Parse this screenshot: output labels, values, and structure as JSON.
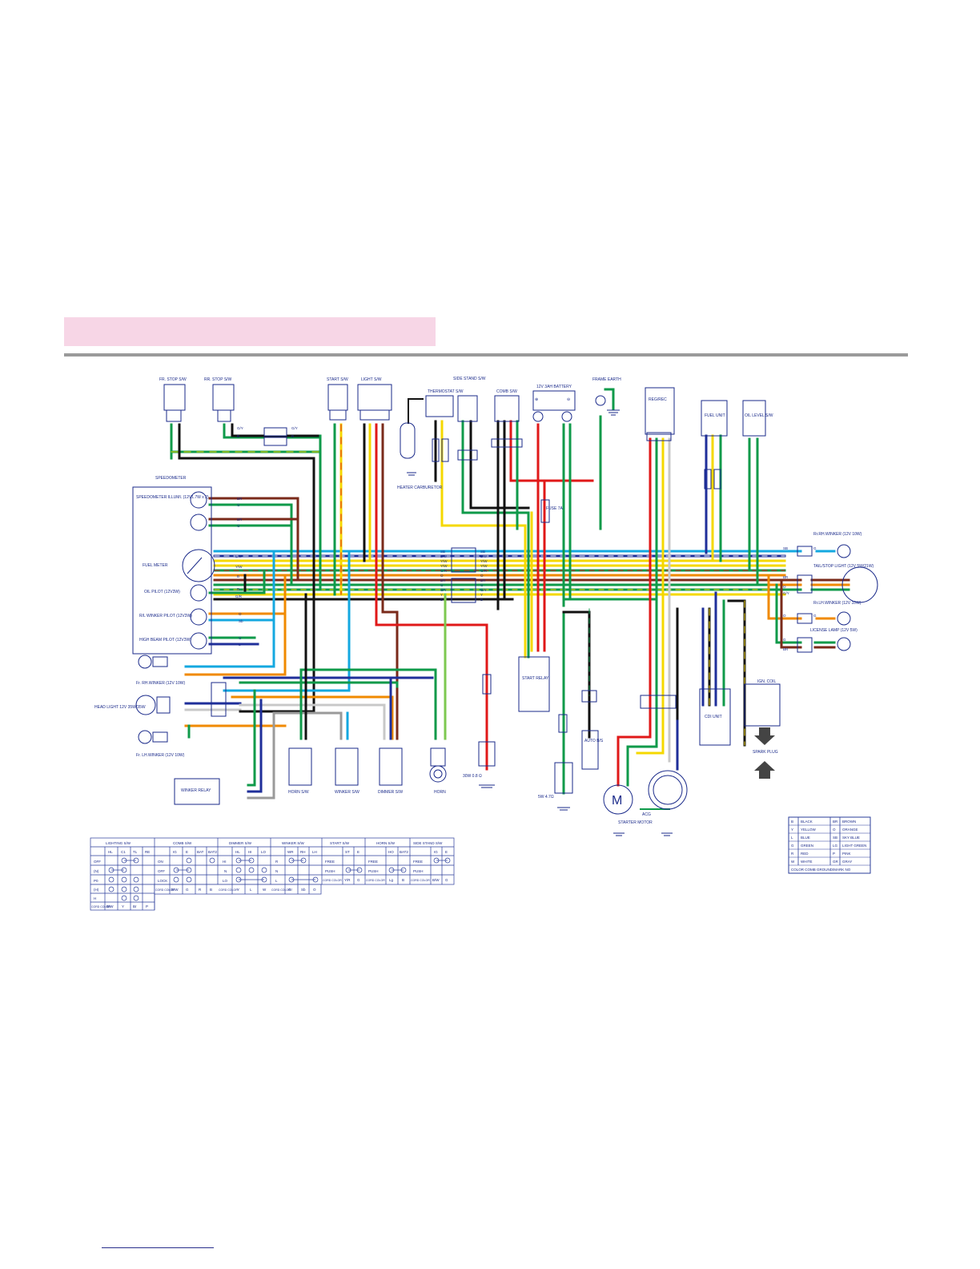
{
  "colors": {
    "black": "#111111",
    "yellow": "#f5d800",
    "blue": "#1f2f9a",
    "green": "#0f9a4a",
    "red": "#e01818",
    "white": "#c8c8c8",
    "brown": "#7a2a1a",
    "orange": "#f08a00",
    "skyblue": "#14a8e0",
    "lightgreen": "#7ec850",
    "pink": "#f0a0c0",
    "gray": "#9a9a9a",
    "ink": "#1a2a8a",
    "band": "#f7d6e6"
  },
  "components": {
    "fr_stop_sw": "FR. STOP S/W",
    "rr_stop_sw": "RR. STOP S/W",
    "start_sw": "START S/W",
    "light_sw": "LIGHT S/W",
    "side_stand_sw": "SIDE STAND S/W",
    "thermostat_sw": "THERMOSTAT S/W",
    "comb_sw": "COMB S/W",
    "battery": "12V 3AH BATTERY",
    "frame_earth": "FRAME EARTH",
    "reg_rec": "REG/REC",
    "fuel_unit": "FUEL UNIT",
    "oil_level_sw": "OIL LEVEL S/W",
    "heater_carburetor": "HEATER CARBURETOR",
    "speedometer": "SPEEDOMETER",
    "speedometer_illum": "SPEEDOMETER ILLUMI. (12V1.7W x 2)",
    "fuel_meter": "FUEL METER",
    "oil_pilot": "OIL PILOT (12V3W)",
    "rl_winker_pilot": "R/L WINKER PILOT (12V3W)",
    "high_beam_pilot": "HIGH BEAM PILOT (12V3W)",
    "fr_rh_winker": "Fr. RH.WINKER (12V 10W)",
    "fr_lh_winker": "Fr. LH.WINKER (12V 10W)",
    "head_light": "HEAD LIGHT 12V 35W/35W",
    "winker_relay": "WINKER RELAY",
    "horn_sw": "HORN S/W",
    "winker_sw": "WINKER S/W",
    "dimmer_sw": "DIMMER S/W",
    "horn": "HORN",
    "resistor": "30W 0.8 Ω",
    "start_relay": "START RELAY",
    "fuse": "FUSE 7A",
    "auto_bs": "AUTO B/S",
    "resistor2": "5W 4.7Ω",
    "starter_motor": "STARTER MOTOR",
    "acg": "ACG",
    "cdi_unit": "CDI UNIT",
    "ign_coil": "IGN. COIL",
    "spark_plug": "SPARK PLUG",
    "rr_rh_winker": "Rr.RH.WINKER (12V 10W)",
    "tail_stop_light": "TAIL/STOP LIGHT (12V 5W/21W)",
    "rr_lh_winker": "Rr.LH.WINKER (12V 10W)",
    "license_lamp": "LICENSE LAMP (12V 5W)",
    "motor_symbol": "M"
  },
  "color_legend": [
    [
      "B",
      "BLACK",
      "BR",
      "BROWN"
    ],
    [
      "Y",
      "YELLOW",
      "O",
      "ORANGE"
    ],
    [
      "L",
      "BLUE",
      "SB",
      "SKY BLUE"
    ],
    [
      "G",
      "GREEN",
      "LG",
      "LIGHT GREEN"
    ],
    [
      "R",
      "RED",
      "P",
      "PINK"
    ],
    [
      "W",
      "WHITE",
      "GR",
      "GRAY"
    ]
  ],
  "color_legend_footer": "COLOR COMB GROUND/MARK NO",
  "switch_tables": {
    "lighting": {
      "title": "LIGHTING S/W",
      "cols": [
        "HL",
        "C1",
        "TL",
        "RE"
      ],
      "rows": [
        "OFF",
        "(N)",
        "P0",
        "(H)",
        "H"
      ],
      "cord": [
        "CORD COLOR",
        "B/W",
        "Y",
        "Br",
        "P"
      ]
    },
    "comb": {
      "title": "COMB S/W",
      "cols": [
        "IG",
        "E",
        "BAT",
        "BAT2"
      ],
      "rows": [
        "ON",
        "OFF",
        "LOCK"
      ],
      "cord": [
        "CORD COLOR",
        "B/W",
        "G",
        "R",
        "B"
      ]
    },
    "dimmer": {
      "title": "DIMMER S/W",
      "cols": [
        "HL",
        "HI",
        "LO"
      ],
      "rows": [
        "HI",
        "N",
        "LO"
      ],
      "cord": [
        "CORD COLOR",
        "Y",
        "L",
        "W"
      ]
    },
    "winker": {
      "title": "WINKER S/W",
      "cols": [
        "WR",
        "RH",
        "LH"
      ],
      "rows": [
        "R",
        "N",
        "L"
      ],
      "cord": [
        "CORD COLOR",
        "Gr",
        "Sb",
        "O"
      ]
    },
    "start": {
      "title": "START S/W",
      "cols": [
        "ST",
        "E"
      ],
      "rows": [
        "FREE",
        "PUSH"
      ],
      "cord": [
        "CORD COLOR",
        "Y/R",
        "G"
      ]
    },
    "horn": {
      "title": "HORN S/W",
      "cols": [
        "HO",
        "BAT2"
      ],
      "rows": [
        "FREE",
        "PUSH"
      ],
      "cord": [
        "CORD COLOR",
        "Lg",
        "B"
      ]
    },
    "side_stand": {
      "title": "SIDE STAND S/W",
      "cols": [
        "IG",
        "E"
      ],
      "rows": [
        "FREE",
        "PUSH"
      ],
      "cord": [
        "CORD COLOR",
        "B/W",
        "G"
      ]
    }
  },
  "wire_labels": {
    "speedo": [
      "BR",
      "G",
      "BR",
      "G",
      "L/W",
      "Y/W",
      "B",
      "B",
      "G/R",
      "O",
      "Sb",
      "G",
      "L"
    ],
    "harness_left": [
      "SB",
      "L/W",
      "Y/W",
      "Y/W",
      "G/R",
      "O",
      "BR",
      "G",
      "G/Y",
      "Y",
      "B"
    ],
    "harness_right": [
      "SB",
      "L/W",
      "Y/W",
      "Y/W",
      "G/R",
      "O",
      "BR",
      "G",
      "G/Y",
      "Y",
      "B"
    ],
    "rear": [
      "SB",
      "G",
      "BR",
      "O",
      "G/Y",
      "O",
      "G",
      "G",
      "BR"
    ],
    "frstop": [
      "G/Y",
      "B",
      "G/Y",
      "B"
    ]
  }
}
